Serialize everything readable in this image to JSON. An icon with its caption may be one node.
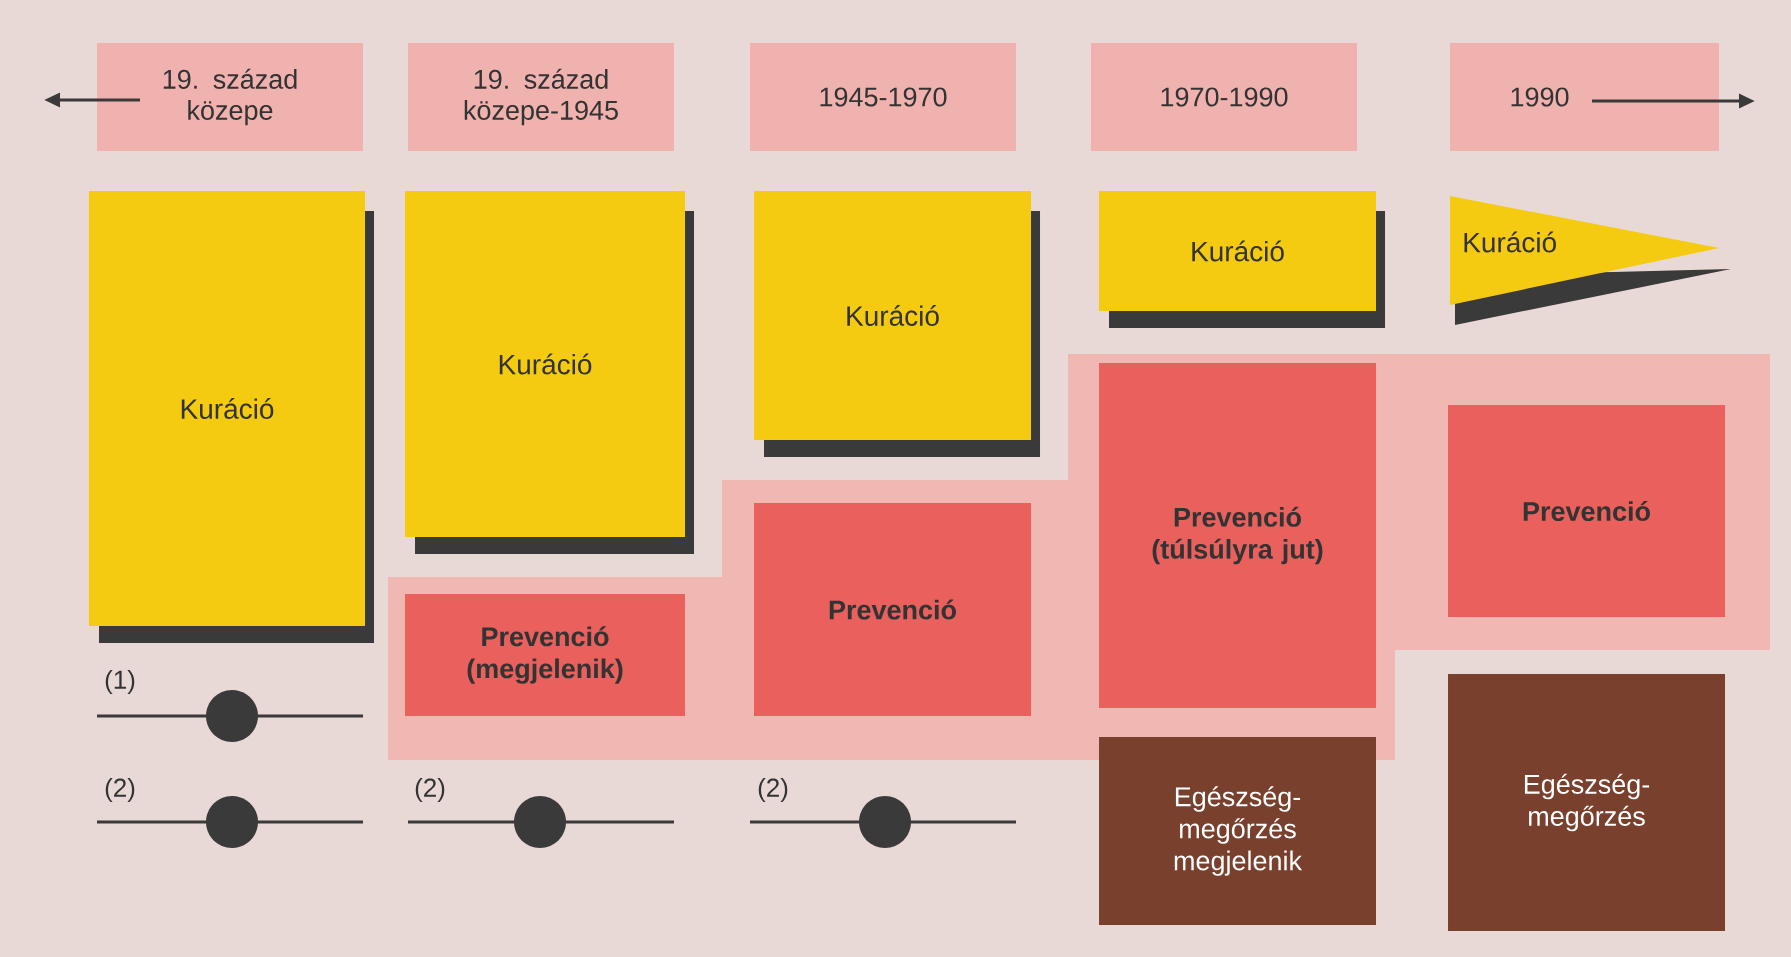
{
  "diagram": {
    "nodes": [
      {
        "text": [
          "19. század közepe"
        ]
      },
      {
        "text": [
          "19. század közepe-1945"
        ]
      },
      {
        "text": [
          "1945-1970"
        ]
      },
      {
        "text": [
          "1970-1990"
        ]
      },
      {
        "text": [
          "1990"
        ]
      },
      {
        "text": [
          "Kuráció"
        ]
      },
      {
        "text": [
          "Kuráció"
        ]
      },
      {
        "text": [
          "Kuráció"
        ]
      },
      {
        "text": [
          "Kuráció"
        ]
      },
      {
        "text": [
          "Kuráció"
        ]
      },
      {
        "text": [
          "Prevenció (megjelenik)"
        ]
      },
      {
        "text": [
          "Prevenció"
        ]
      },
      {
        "text": [
          "Prevenció (túlsúlyra jut)"
        ]
      },
      {
        "text": [
          "Prevenció"
        ]
      },
      {
        "text": [
          "Egészség-megőrzés megjelenik"
        ]
      },
      {
        "text": [
          "Egészség-megőrzés"
        ]
      }
    ],
    "labels": [
      "(1)",
      "(2)",
      "(2)",
      "(2)"
    ]
  }
}
